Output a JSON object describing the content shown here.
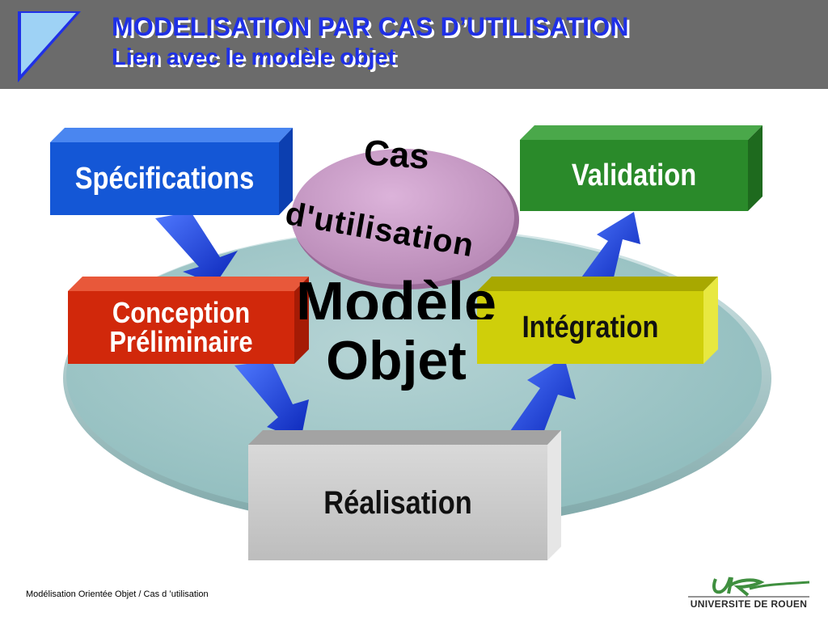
{
  "header": {
    "title": "MODELISATION PAR CAS D’UTILISATION",
    "subtitle": "Lien avec le modèle objet"
  },
  "diagram": {
    "specifications": "Spécifications",
    "conception_line1": "Conception",
    "conception_line2": "Préliminaire",
    "validation": "Validation",
    "integration": "Intégration",
    "realisation": "Réalisation",
    "modele_line1": "Modèle",
    "modele_line2": "Objet",
    "cas_line1": "Cas",
    "cas_line2": "d'utilisation"
  },
  "footer": {
    "text": "Modélisation Orientée Objet / Cas d ’utilisation",
    "logo_name": "UNIVERSITE DE ROUEN"
  },
  "colors": {
    "header_bg": "#6b6b6b",
    "title_blue": "#1f30e6",
    "spec_blue": "#1457d6",
    "conception_red": "#d1280b",
    "validation_green": "#2a8a2a",
    "integration_yellow": "#cfcf0a",
    "realisation_gray": "#c8c8c8",
    "ellipse_teal": "#9cc3c4",
    "cas_pink": "#c99ac7",
    "arrow_blue": "#1b3fd4"
  }
}
